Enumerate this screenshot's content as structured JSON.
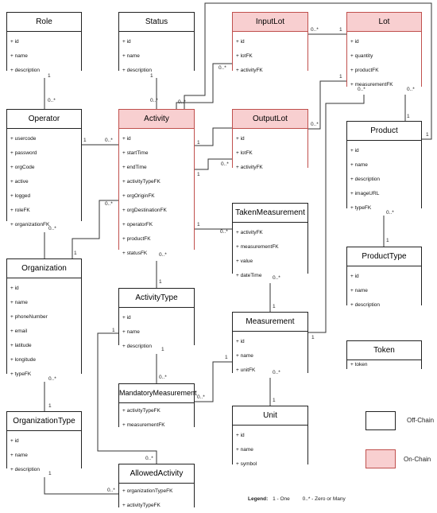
{
  "entities": {
    "role": {
      "name": "Role",
      "attrs": [
        "+ id",
        "+ name",
        "+ description"
      ]
    },
    "status": {
      "name": "Status",
      "attrs": [
        "+ id",
        "+ name",
        "+ description"
      ]
    },
    "inputlot": {
      "name": "InputLot",
      "attrs": [
        "+ id",
        "+ lotFK",
        "+ activityFK"
      ]
    },
    "lot": {
      "name": "Lot",
      "attrs": [
        "+ id",
        "+ quantity",
        "+ productFK",
        "+ measurementFK"
      ]
    },
    "operator": {
      "name": "Operator",
      "attrs": [
        "+ usercode",
        "+ password",
        "+ orgCode",
        "+ active",
        "+ logged",
        "+ roleFK",
        "+ organizationFK"
      ]
    },
    "activity": {
      "name": "Activity",
      "attrs": [
        "+ id",
        "+ startTime",
        "+ endTime",
        "+ activityTypeFK",
        "+ orgOriginFK",
        "+ orgDestinationFK",
        "+ operatorFK",
        "+ productFK",
        "+ statusFK"
      ]
    },
    "outputlot": {
      "name": "OutputLot",
      "attrs": [
        "+ id",
        "+ lotFK",
        "+ activityFK"
      ]
    },
    "product": {
      "name": "Product",
      "attrs": [
        "+ id",
        "+ name",
        "+ description",
        "+ imageURL",
        "+ typeFK"
      ]
    },
    "takenmeasurement": {
      "name": "TakenMeasurement",
      "attrs": [
        "+ activityFK",
        "+ measurementFK",
        "+ value",
        "+ dateTime"
      ]
    },
    "organization": {
      "name": "Organization",
      "attrs": [
        "+ id",
        "+ name",
        "+ phoneNumber",
        "+ email",
        "+ latitude",
        "+ longitude",
        "+ typeFK"
      ]
    },
    "producttype": {
      "name": "ProductType",
      "attrs": [
        "+ id",
        "+ name",
        "+ description"
      ]
    },
    "activitytype": {
      "name": "ActivityType",
      "attrs": [
        "+ id",
        "+ name",
        "+ description"
      ]
    },
    "measurement": {
      "name": "Measurement",
      "attrs": [
        "+ id",
        "+ name",
        "+ unitFK"
      ]
    },
    "token": {
      "name": "Token",
      "attrs": [
        "+ token"
      ]
    },
    "mandatorymeasurement": {
      "name": "MandatoryMeasurement",
      "attrs": [
        "+ activityTypeFK",
        "+ measurementFK"
      ]
    },
    "organizationtype": {
      "name": "OrganizationType",
      "attrs": [
        "+ id",
        "+ name",
        "+ description"
      ]
    },
    "unit": {
      "name": "Unit",
      "attrs": [
        "+ id",
        "+ name",
        "+ symbol"
      ]
    },
    "allowedactivity": {
      "name": "AllowedActivity",
      "attrs": [
        "+ organizationTypeFK",
        "+ activityTypeFK"
      ]
    }
  },
  "multiplicity": {
    "one": "1",
    "many": "0..*"
  },
  "legend": {
    "off_chain": "Off-Chain",
    "on_chain": "On-Chain",
    "off_chain_color": "#ffffff",
    "on_chain_color": "#f8cfd0",
    "title": "Legend:",
    "one_text": "1 - One",
    "many_text": "0..* - Zero or Many"
  }
}
